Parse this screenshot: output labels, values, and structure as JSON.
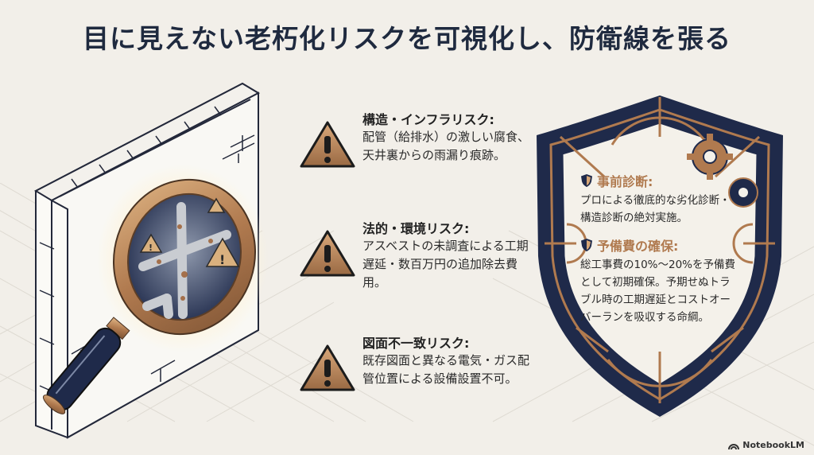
{
  "title": "目に見えない老朽化リスクを可視化し、防衛線を張る",
  "risks": [
    {
      "icon": "warning-icon",
      "title": "構造・インフラリスク:",
      "body": "配管（給排水）の激しい腐食、天井裏からの雨漏り痕跡。"
    },
    {
      "icon": "warning-icon",
      "title": "法的・環境リスク:",
      "body": "アスベストの未調査による工期遅延・数百万円の追加除去費用。"
    },
    {
      "icon": "warning-icon",
      "title": "図面不一致リスク:",
      "body": "既存図面と異なる電気・ガス配管位置による設備設置不可。"
    }
  ],
  "shield": {
    "items": [
      {
        "icon": "shield-icon",
        "title": "事前診断:",
        "body": "プロによる徹底的な劣化診断・構造診断の絶対実施。"
      },
      {
        "icon": "shield-icon",
        "title": "予備費の確保:",
        "body": "総工事費の10%〜20%を予備費として初期確保。予期せぬトラブル時の工期遅延とコストオーバーランを吸収する命綱。"
      }
    ]
  },
  "illustration": {
    "subject": "magnifying-glass-over-wall-revealing-corroded-pipes"
  },
  "logo": {
    "label": "NotebookLM"
  },
  "colors": {
    "navy": "#1f2a4a",
    "bronze": "#b07a4f",
    "background": "#f2efe9",
    "text": "#2a2a2e"
  }
}
